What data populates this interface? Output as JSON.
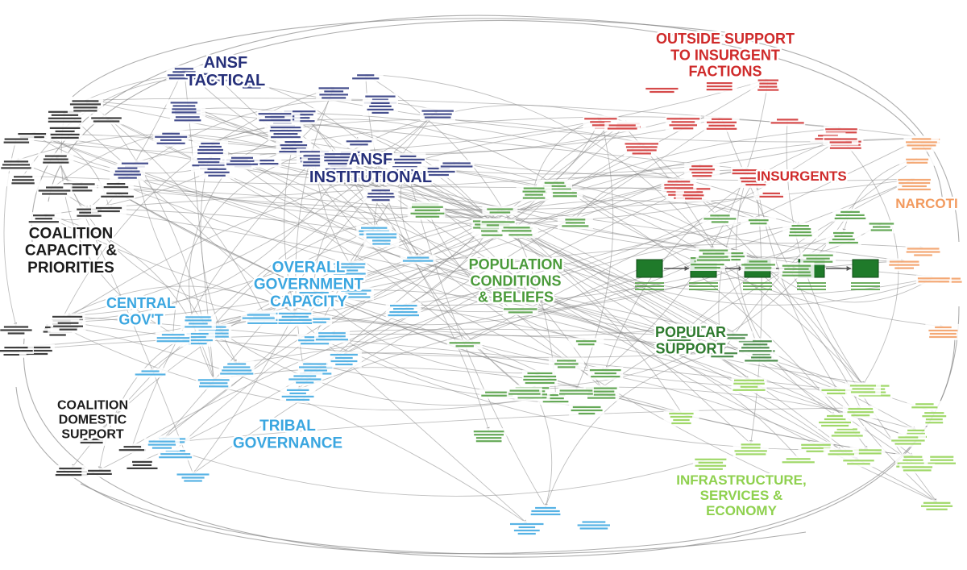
{
  "colors": {
    "background": "#ffffff",
    "edge": "#8a8a8a",
    "coalition": "#1c1c1c",
    "ansf": "#26307a",
    "government": "#3aa6e0",
    "insurgent": "#cf2a2a",
    "narcotics": "#f29a5e",
    "population": "#4a9a3a",
    "popular_support": "#2e7a2e",
    "infrastructure": "#8fd14f"
  },
  "sectors": [
    {
      "key": "ansf_tactical",
      "color_key": "ansf",
      "lines": [
        "ANSF",
        "TACTICAL"
      ]
    },
    {
      "key": "ansf_institutional",
      "color_key": "ansf",
      "lines": [
        "ANSF",
        "INSTITUTIONAL"
      ]
    },
    {
      "key": "outside_support",
      "color_key": "insurgent",
      "lines": [
        "OUTSIDE SUPPORT",
        "TO INSURGENT",
        "FACTIONS"
      ]
    },
    {
      "key": "insurgents",
      "color_key": "insurgent",
      "lines": [
        "INSURGENTS"
      ]
    },
    {
      "key": "narcotics",
      "color_key": "narcotics",
      "lines": [
        "NARCOTI"
      ]
    },
    {
      "key": "coalition_capacity",
      "color_key": "coalition",
      "lines": [
        "COALITION",
        "CAPACITY &",
        "PRIORITIES"
      ]
    },
    {
      "key": "central_govt",
      "color_key": "government",
      "lines": [
        "CENTRAL",
        "GOV'T"
      ]
    },
    {
      "key": "overall_government",
      "color_key": "government",
      "lines": [
        "OVERALL",
        "GOVERNMENT",
        "CAPACITY"
      ]
    },
    {
      "key": "population_conditions",
      "color_key": "population",
      "lines": [
        "POPULATION",
        "CONDITIONS",
        "& BELIEFS"
      ]
    },
    {
      "key": "popular_support",
      "color_key": "popular_support",
      "lines": [
        "POPULAR",
        "SUPPORT"
      ]
    },
    {
      "key": "coalition_domestic",
      "color_key": "coalition",
      "lines": [
        "COALITION",
        "DOMESTIC",
        "SUPPORT"
      ]
    },
    {
      "key": "tribal_governance",
      "color_key": "government",
      "lines": [
        "TRIBAL",
        "GOVERNANCE"
      ]
    },
    {
      "key": "infrastructure",
      "color_key": "infrastructure",
      "lines": [
        "INFRASTRUCTURE,",
        "SERVICES &",
        "ECONOMY"
      ]
    }
  ],
  "popular_support_chain": {
    "stages": 5,
    "color": "#1f7a2a"
  }
}
